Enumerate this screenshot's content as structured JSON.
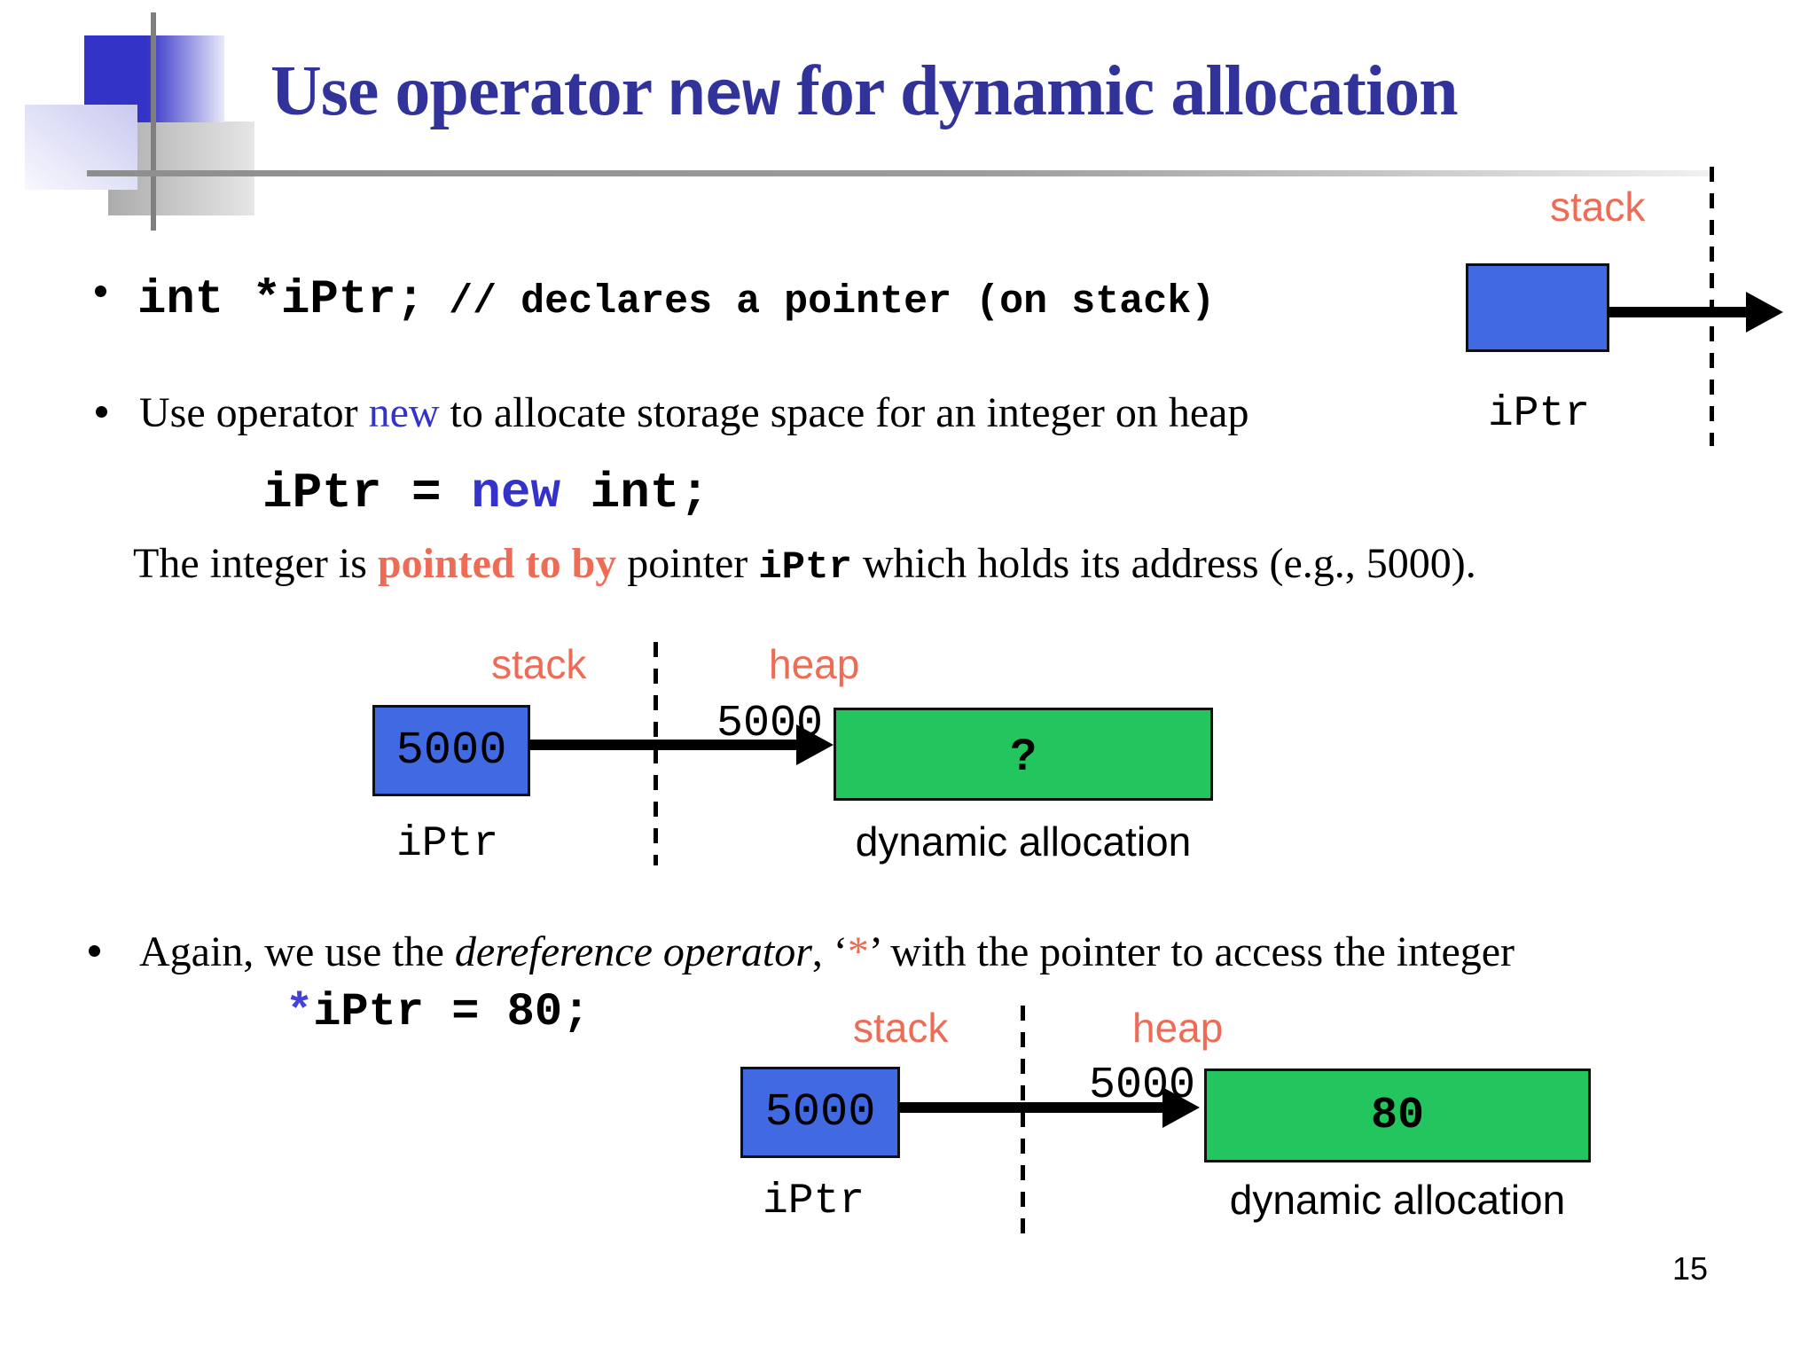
{
  "colors": {
    "title-blue": "#32329B",
    "keyword-blue": "#3333CC",
    "star-blue": "#4343DC",
    "salmon": "#EE6B55",
    "box-blue": "#4169E1",
    "box-green": "#22C55E",
    "line-gray": "#7F7F7F"
  },
  "title": {
    "pre": "Use operator ",
    "keyword": "new",
    "post": " for dynamic allocation"
  },
  "bullet1": {
    "code": "int *iPtr;",
    "comment": "// declares a pointer (on stack)"
  },
  "bullet2": {
    "pre": "Use operator ",
    "keyword": "new",
    "post": " to allocate storage space for an integer on heap"
  },
  "top_diagram": {
    "region_label": "stack",
    "pointer_label": "iPtr"
  },
  "code1": {
    "pre": "iPtr = ",
    "keyword": "new",
    "post": " int;"
  },
  "explain": {
    "pre": "The integer is ",
    "highlight": "pointed to by",
    "mid": " pointer ",
    "code": "iPtr",
    "post": " which holds its address (e.g., 5000)."
  },
  "diagram1": {
    "stack_label": "stack",
    "heap_label": "heap",
    "pointer_value": "5000",
    "address_label": "5000",
    "heap_value": "?",
    "pointer_label": "iPtr",
    "caption": "dynamic allocation"
  },
  "bullet3": {
    "pre": "Again, we use the ",
    "italic": "dereference operator",
    "mid": ", ‘",
    "star": "*",
    "post": "’ with the pointer to access the integer"
  },
  "code2": {
    "star": "*",
    "rest": "iPtr = 80;"
  },
  "diagram2": {
    "stack_label": "stack",
    "heap_label": "heap",
    "pointer_value": "5000",
    "address_label": "5000",
    "heap_value": "80",
    "pointer_label": "iPtr",
    "caption": "dynamic allocation"
  },
  "page_number": "15"
}
